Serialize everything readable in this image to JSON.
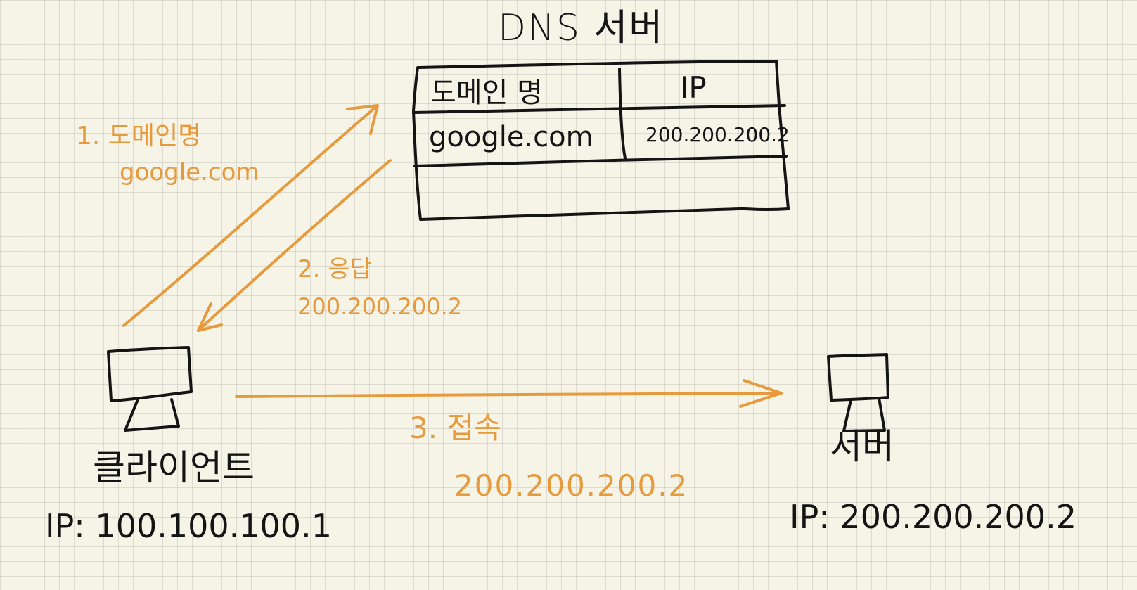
{
  "dns_server": {
    "title": "DNS 서버",
    "table": {
      "headers": [
        "도메인 명",
        "IP"
      ],
      "rows": [
        [
          "google.com",
          "200.200.200.2"
        ]
      ]
    }
  },
  "steps": {
    "step1": {
      "title": "1. 도메인명",
      "detail": "google.com"
    },
    "step2": {
      "title": "2. 응답",
      "detail": "200.200.200.2"
    },
    "step3": {
      "title": "3. 접속",
      "detail": "200.200.200.2"
    }
  },
  "client": {
    "label": "클라이언트",
    "ip": "IP: 100.100.100.1"
  },
  "server": {
    "label": "서버",
    "ip": "IP: 200.200.200.2"
  },
  "colors": {
    "ink": "#141414",
    "annotation": "#e69a3c",
    "paper": "#f6f3e7"
  }
}
